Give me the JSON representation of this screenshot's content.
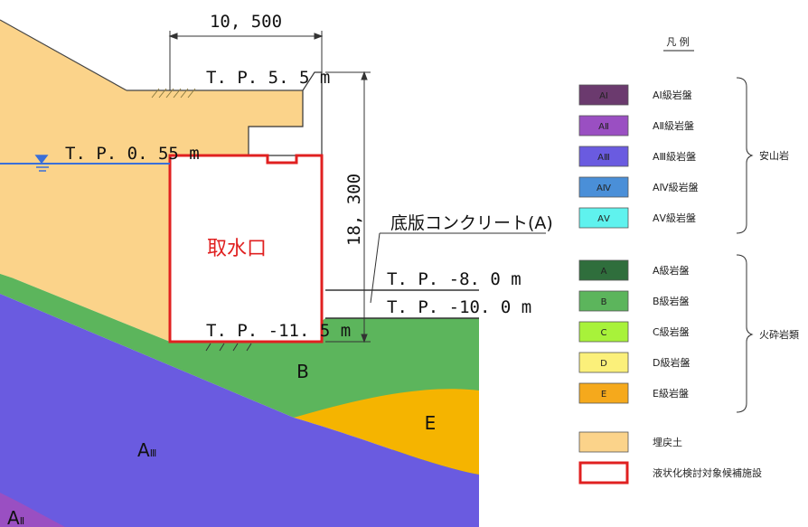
{
  "section": {
    "dimension_width": "10, 500",
    "dimension_height": "18, 300",
    "level_top": "T. P. 5. 5 m",
    "level_water": "T. P. 0. 55 m",
    "level_minus8": "T. P. -8. 0 m",
    "level_minus10": "T. P. -10. 0 m",
    "level_minus11": "T. P. -11. 5 m",
    "structure_name": "取水口",
    "slab_callout": "底版コンクリート(A)",
    "zone_b": "B",
    "zone_e": "E",
    "zone_a3": "A",
    "zone_a3_sub": "Ⅲ",
    "zone_a2": "A",
    "zone_a2_sub": "Ⅱ"
  },
  "legend": {
    "title": "凡 例",
    "andesite": {
      "group_label": "安山岩",
      "items": [
        {
          "code": "AⅠ",
          "label": "AⅠ級岩盤",
          "color": "#6b3a6e"
        },
        {
          "code": "AⅡ",
          "label": "AⅡ級岩盤",
          "color": "#9a4fc2"
        },
        {
          "code": "AⅢ",
          "label": "AⅢ級岩盤",
          "color": "#6a5be0"
        },
        {
          "code": "AⅣ",
          "label": "AⅣ級岩盤",
          "color": "#4a8fd8"
        },
        {
          "code": "AⅤ",
          "label": "AⅤ級岩盤",
          "color": "#5ff2ee"
        }
      ]
    },
    "pyroclastic": {
      "group_label": "火砕岩類",
      "items": [
        {
          "code": "A",
          "label": "A級岩盤",
          "color": "#2f6e3c"
        },
        {
          "code": "B",
          "label": "B級岩盤",
          "color": "#5cb55c"
        },
        {
          "code": "C",
          "label": "C級岩盤",
          "color": "#a8f23a"
        },
        {
          "code": "D",
          "label": "D級岩盤",
          "color": "#fbf07a"
        },
        {
          "code": "E",
          "label": "E級岩盤",
          "color": "#f5a91c"
        }
      ]
    },
    "fill_label": "埋戻土",
    "fill_color": "#fbd38a",
    "target_label": "液状化検討対象候補施設",
    "target_color": "#e02020"
  },
  "colors": {
    "fill_soil": "#fbd38a",
    "green_b": "#5cb55c",
    "purple_a3": "#6a5be0",
    "purple_a2": "#9a4fc2",
    "orange_e": "#f5b400",
    "water_line": "#3a6fd8",
    "structure_border": "#e02020"
  }
}
